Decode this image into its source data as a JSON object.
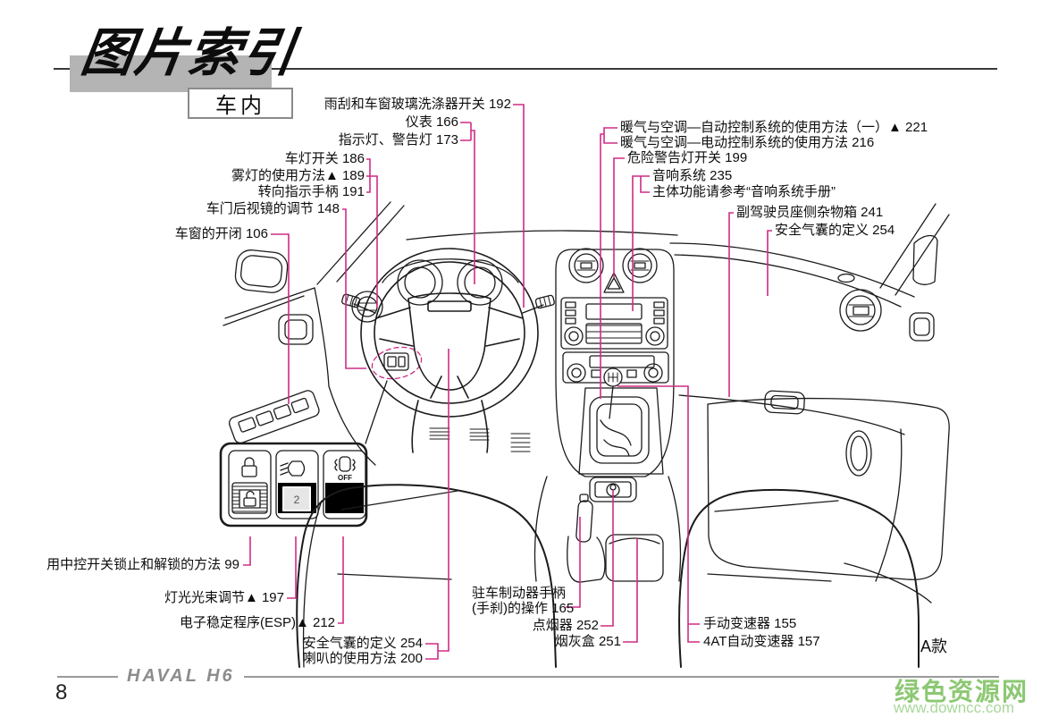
{
  "page": {
    "title": "图片索引",
    "section": "车内",
    "variant_note": "A款",
    "page_number": "8",
    "footer_brand": "HAVAL H6"
  },
  "watermark": {
    "site_name": "绿色资源网",
    "site_url": "www.downcc.com"
  },
  "colors": {
    "leader_line_pink": "#cf2c85",
    "title_block_gray": "#b4b4b4",
    "watermark_green": "#8cc873",
    "watermark_url_green": "#a9d79a",
    "line_art_black": "#1b1b1b"
  },
  "callouts": {
    "wiper_washer_switch": "雨刮和车窗玻璃洗涤器开关 192",
    "instruments": "仪表 166",
    "indicator_warning_lights": "指示灯、警告灯 173",
    "light_switch": "车灯开关 186",
    "fog_light_usage": "雾灯的使用方法▲ 189",
    "turn_signal_lever": "转向指示手柄 191",
    "door_mirror_adjustment": "车门后视镜的调节 148",
    "window_open_close": "车窗的开闭 106",
    "hvac_auto": "暖气与空调—自动控制系统的使用方法（一）▲ 221",
    "hvac_manual": "暖气与空调—电动控制系统的使用方法 216",
    "hazard_switch": "危险警告灯开关 199",
    "audio_system": "音响系统 235",
    "audio_manual_note": "主体功能请参考“音响系统手册”",
    "glovebox": "副驾驶员座侧杂物箱 241",
    "airbag_definition_right": "安全气囊的定义 254",
    "central_lock_method": "用中控开关锁止和解锁的方法 99",
    "headlight_leveling": "灯光光束调节▲ 197",
    "esp_program": "电子稳定程序(ESP)▲ 212",
    "airbag_definition_bottom": "安全气囊的定义 254",
    "horn_usage": "喇叭的使用方法 200",
    "parking_brake_line1": "驻车制动器手柄",
    "parking_brake_line2": "(手刹)的操作 165",
    "cigarette_lighter": "点烟器 252",
    "ashtray": "烟灰盒 251",
    "manual_transmission": "手动变速器 155",
    "automatic_transmission": "4AT自动变速器 157"
  },
  "inset_switches": {
    "middle_button_label": "2",
    "esp_button_label": "OFF",
    "icons": [
      "padlock-icon",
      "headlight-leveling-icon",
      "esp-off-icon"
    ]
  }
}
